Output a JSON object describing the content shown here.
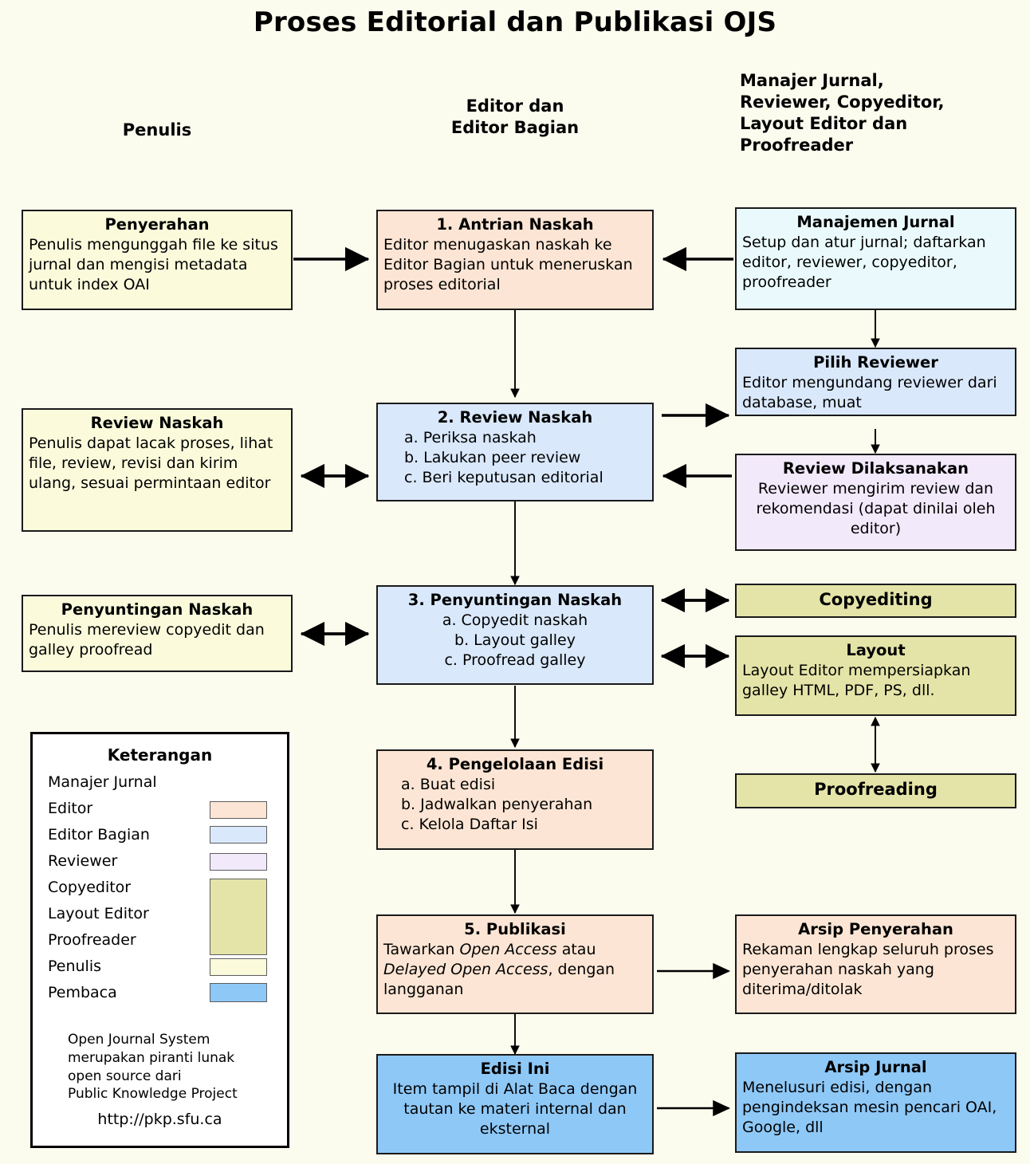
{
  "title": "Proses Editorial dan Publikasi OJS",
  "columns": {
    "left": "Penulis",
    "middle": "Editor dan\nEditor Bagian",
    "right": "Manajer Jurnal,\nReviewer, Copyeditor,\nLayout Editor dan\nProofreader"
  },
  "nodes": {
    "penyerahan": {
      "head": "Penyerahan",
      "body": "Penulis mengunggah file ke situs jurnal dan mengisi metadata untuk index OAI",
      "role": "Penulis"
    },
    "antrian": {
      "head": "1. Antrian Naskah",
      "body": "Editor menugaskan naskah ke Editor Bagian untuk meneruskan proses editorial",
      "role": "Editor"
    },
    "manajemen": {
      "head": "Manajemen Jurnal",
      "body": "Setup dan atur jurnal; daftarkan editor, reviewer, copyeditor, proofreader",
      "role": "Manajer Jurnal"
    },
    "review_naskah_penulis": {
      "head": "Review Naskah",
      "body": "Penulis dapat lacak proses, lihat file, review, revisi dan kirim ulang, sesuai permintaan editor",
      "role": "Penulis"
    },
    "review_naskah": {
      "head": "2. Review Naskah",
      "items": [
        "a. Periksa naskah",
        "b. Lakukan peer review",
        "c. Beri keputusan editorial"
      ],
      "role": "Editor Bagian"
    },
    "pilih_reviewer": {
      "head": "Pilih Reviewer",
      "body": "Editor mengundang reviewer dari database, muat",
      "role": "Editor Bagian"
    },
    "review_dilaksanakan": {
      "head": "Review Dilaksanakan",
      "body": "Reviewer mengirim review dan rekomendasi (dapat dinilai oleh editor)",
      "role": "Reviewer"
    },
    "penyuntingan_penulis": {
      "head": "Penyuntingan Naskah",
      "body": "Penulis mereview copyedit dan galley proofread",
      "role": "Penulis"
    },
    "penyuntingan": {
      "head": "3. Penyuntingan Naskah",
      "items": [
        "a. Copyedit naskah",
        "b. Layout galley",
        "c. Proofread galley"
      ],
      "role": "Editor Bagian"
    },
    "copyediting": {
      "head": "Copyediting",
      "role": "Copyeditor"
    },
    "layout": {
      "head": "Layout",
      "body": "Layout Editor mempersiapkan galley HTML, PDF, PS, dll.",
      "role": "Layout Editor"
    },
    "proofreading": {
      "head": "Proofreading",
      "role": "Proofreader"
    },
    "pengelolaan": {
      "head": "4. Pengelolaan Edisi",
      "items": [
        "a. Buat edisi",
        "b. Jadwalkan penyerahan",
        "c. Kelola Daftar Isi"
      ],
      "role": "Editor"
    },
    "publikasi": {
      "head": "5. Publikasi",
      "body_part1": "Tawarkan ",
      "body_em1": "Open Access",
      "body_part2": " atau ",
      "body_em2": "Delayed Open Access",
      "body_part3": ", dengan langganan",
      "role": "Editor"
    },
    "arsip_penyerahan": {
      "head": "Arsip Penyerahan",
      "body": "Rekaman lengkap seluruh proses penyerahan naskah yang diterima/ditolak",
      "role": "Editor"
    },
    "edisi_ini": {
      "head": "Edisi Ini",
      "body": "Item tampil di Alat Baca dengan tautan ke materi internal dan eksternal",
      "role": "Pembaca"
    },
    "arsip_jurnal": {
      "head": "Arsip Jurnal",
      "body": "Menelusuri edisi, dengan pengindeksan mesin pencari OAI, Google, dll",
      "role": "Pembaca"
    }
  },
  "legend": {
    "title": "Keterangan",
    "rows": [
      {
        "label": "Manajer Jurnal",
        "swatch": null
      },
      {
        "label": "Editor",
        "swatch": "#fce5d4"
      },
      {
        "label": "Editor Bagian",
        "swatch": "#d9e8fb"
      },
      {
        "label": "Reviewer",
        "swatch": "#f2e9fb"
      },
      {
        "label": "Copyeditor",
        "swatch": "#e4e4a8"
      },
      {
        "label": "Layout Editor",
        "swatch": "#e4e4a8"
      },
      {
        "label": "Proofreader",
        "swatch": "#e4e4a8"
      },
      {
        "label": "Penulis",
        "swatch": "#fbfbdc"
      },
      {
        "label": "Pembaca",
        "swatch": "#8ec8f7"
      }
    ],
    "note": "Open Journal System\nmerupakan piranti lunak\nopen source dari\nPublic Knowledge Project",
    "url": "http://pkp.sfu.ca"
  },
  "colors": {
    "background": "#fbfbee",
    "author": "#fbfbdc",
    "editor": "#fce5d4",
    "section_editor": "#d9e8fb",
    "journal_manager": "#eafafc",
    "reviewer": "#f2e9fb",
    "copyeditor": "#e4e4a8",
    "reader": "#8ec8f7",
    "stroke": "#1a1a1a"
  }
}
